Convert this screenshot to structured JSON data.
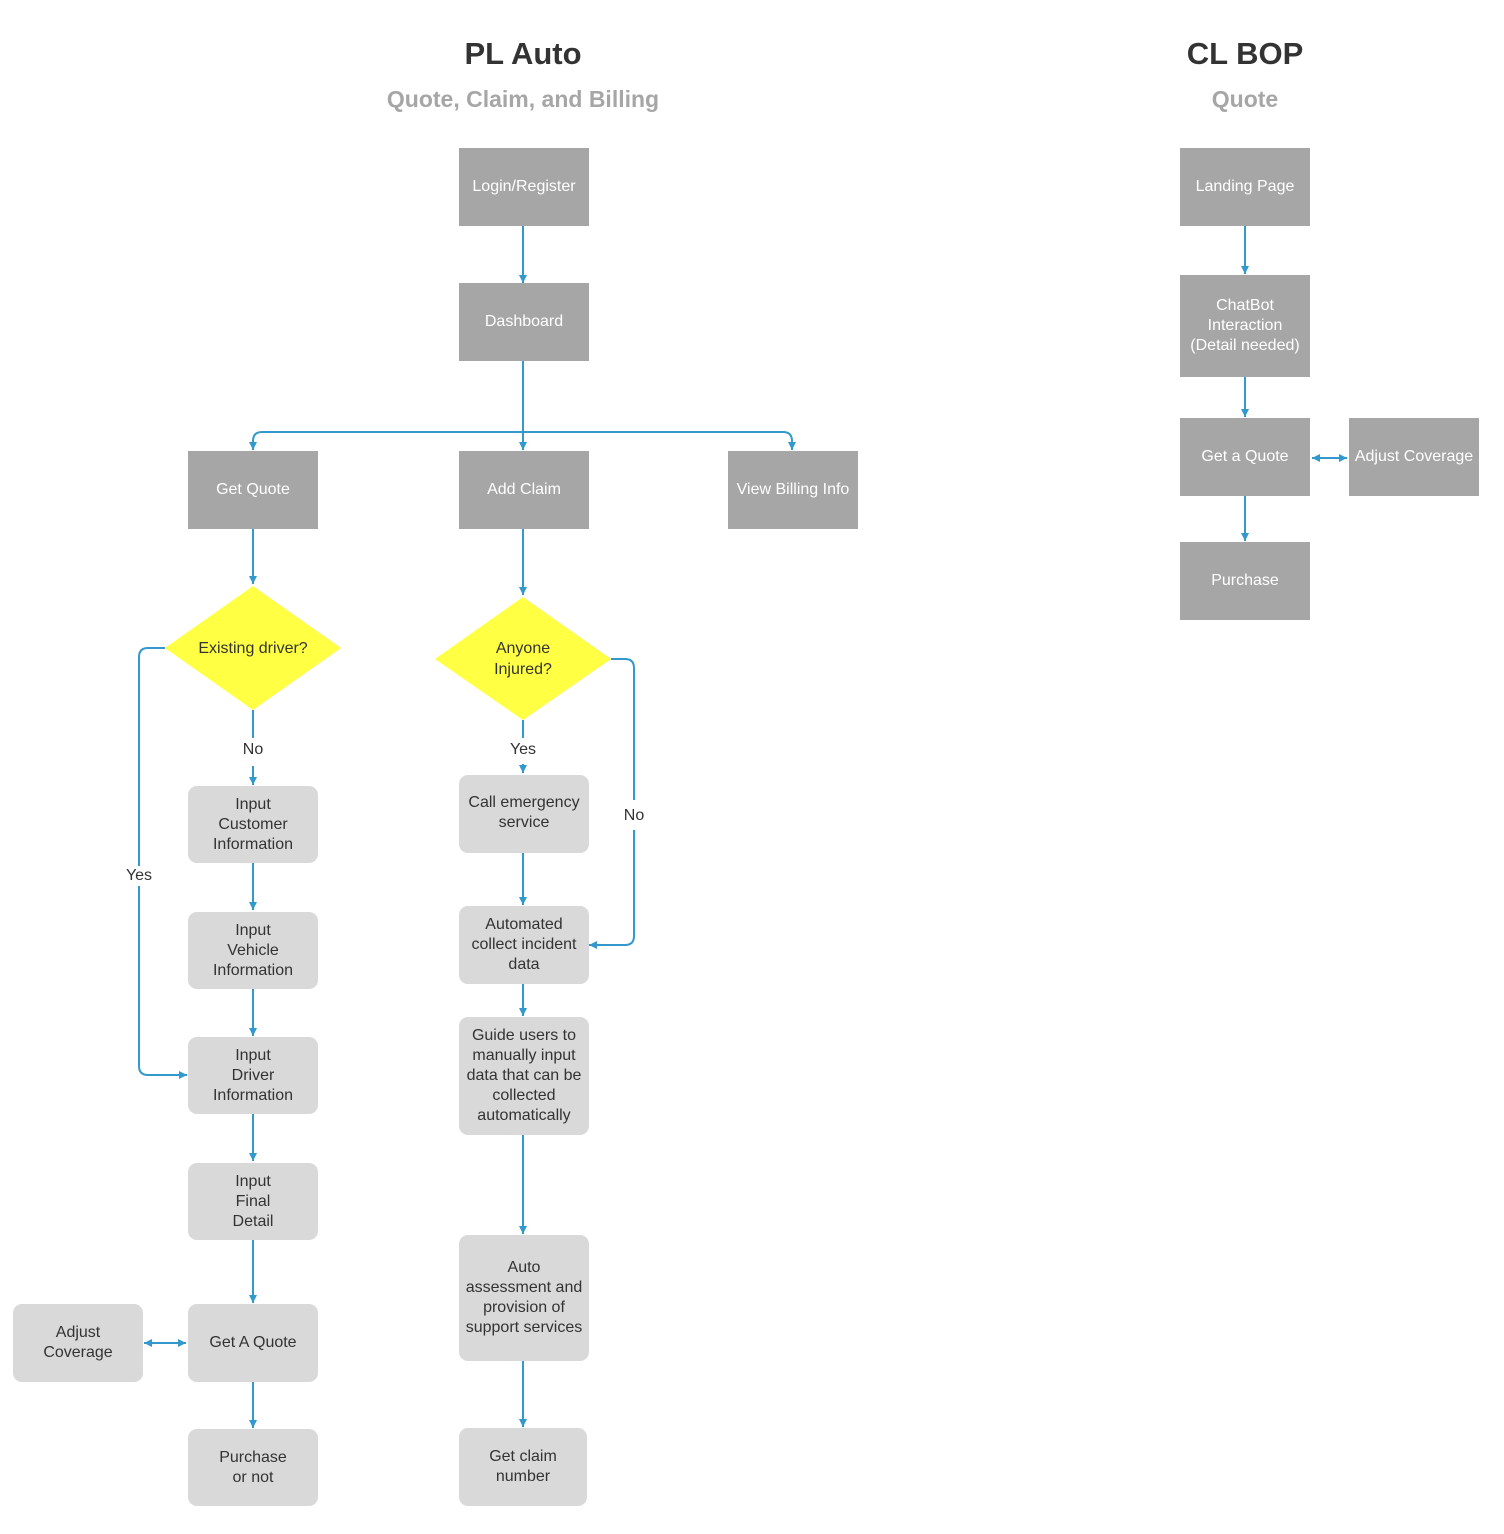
{
  "pl_auto": {
    "title": "PL Auto",
    "subtitle": "Quote, Claim, and Billing",
    "nodes": {
      "login": "Login/Register",
      "dashboard": "Dashboard",
      "get_quote": "Get Quote",
      "add_claim": "Add Claim",
      "view_billing": "View Billing Info",
      "existing_driver": "Existing driver?",
      "anyone_injured": "Anyone\nInjured?",
      "input_customer": "Input\nCustomer\nInformation",
      "input_vehicle": "Input\nVehicle\nInformation",
      "input_driver": "Input\nDriver\nInformation",
      "input_final": "Input\nFinal\nDetail",
      "get_a_quote": "Get A Quote",
      "adjust_coverage": "Adjust\nCoverage",
      "purchase_or_not": "Purchase\nor not",
      "call_emergency": "Call emergency\nservice",
      "automated_collect": "Automated\ncollect incident\ndata",
      "guide_users": "Guide users to\nmanually input\ndata that can be\ncollected\nautomatically",
      "auto_assessment": "Auto\nassessment and\nprovision of\nsupport services",
      "get_claim_number": "Get claim\nnumber"
    },
    "edge_labels": {
      "no_driver": "No",
      "yes_driver": "Yes",
      "yes_injured": "Yes",
      "no_injured": "No"
    }
  },
  "cl_bop": {
    "title": "CL BOP",
    "subtitle": "Quote",
    "nodes": {
      "landing_page": "Landing Page",
      "chatbot": "ChatBot\nInteraction\n(Detail needed)",
      "get_a_quote": "Get a Quote",
      "adjust_coverage": "Adjust Coverage",
      "purchase": "Purchase"
    }
  },
  "colors": {
    "primary_box": "#a6a6a6",
    "secondary_box": "#d9d9d9",
    "decision": "#ffff44",
    "connector": "#3399cc",
    "title_text": "#333333",
    "subtitle_text": "#a6a6a6"
  }
}
